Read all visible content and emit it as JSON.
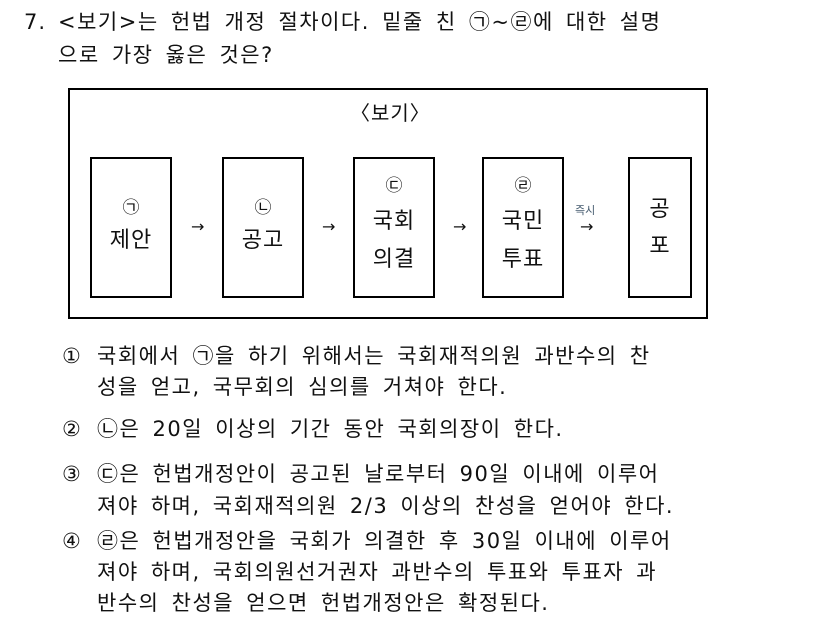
{
  "question": {
    "number": "7.",
    "line1": "<보기>는 헌법 개정 절차이다. 밑줄 친 ㉠~㉣에 대한 설명",
    "line2": "으로 가장 옳은 것은?"
  },
  "box": {
    "title": "〈보기〉",
    "steps": [
      {
        "mark": "㉠",
        "lines": [
          "제안"
        ]
      },
      {
        "mark": "㉡",
        "lines": [
          "공고"
        ]
      },
      {
        "mark": "㉢",
        "lines": [
          "국회",
          "의결"
        ]
      },
      {
        "mark": "㉣",
        "lines": [
          "국민",
          "투표"
        ]
      },
      {
        "mark": "",
        "lines": [
          "공",
          "포"
        ]
      }
    ],
    "arrows": [
      "→",
      "→",
      "→",
      "→"
    ],
    "immediate_label": "즉시"
  },
  "options": [
    {
      "num": "①",
      "lines": [
        "국회에서 ㉠을 하기 위해서는 국회재적의원 과반수의 찬",
        "성을 얻고, 국무회의 심의를 거쳐야 한다."
      ]
    },
    {
      "num": "②",
      "lines": [
        "㉡은 20일 이상의 기간 동안 국회의장이 한다."
      ]
    },
    {
      "num": "③",
      "lines": [
        "㉢은 헌법개정안이 공고된 날로부터 90일 이내에 이루어",
        "져야 하며, 국회재적의원 2/3 이상의 찬성을 얻어야 한다."
      ]
    },
    {
      "num": "④",
      "lines": [
        "㉣은 헌법개정안을 국회가 의결한 후 30일 이내에 이루어",
        "져야 하며, 국회의원선거권자 과반수의 투표와 투표자 과",
        "반수의 찬성을 얻으면 헌법개정안은 확정된다."
      ]
    }
  ]
}
